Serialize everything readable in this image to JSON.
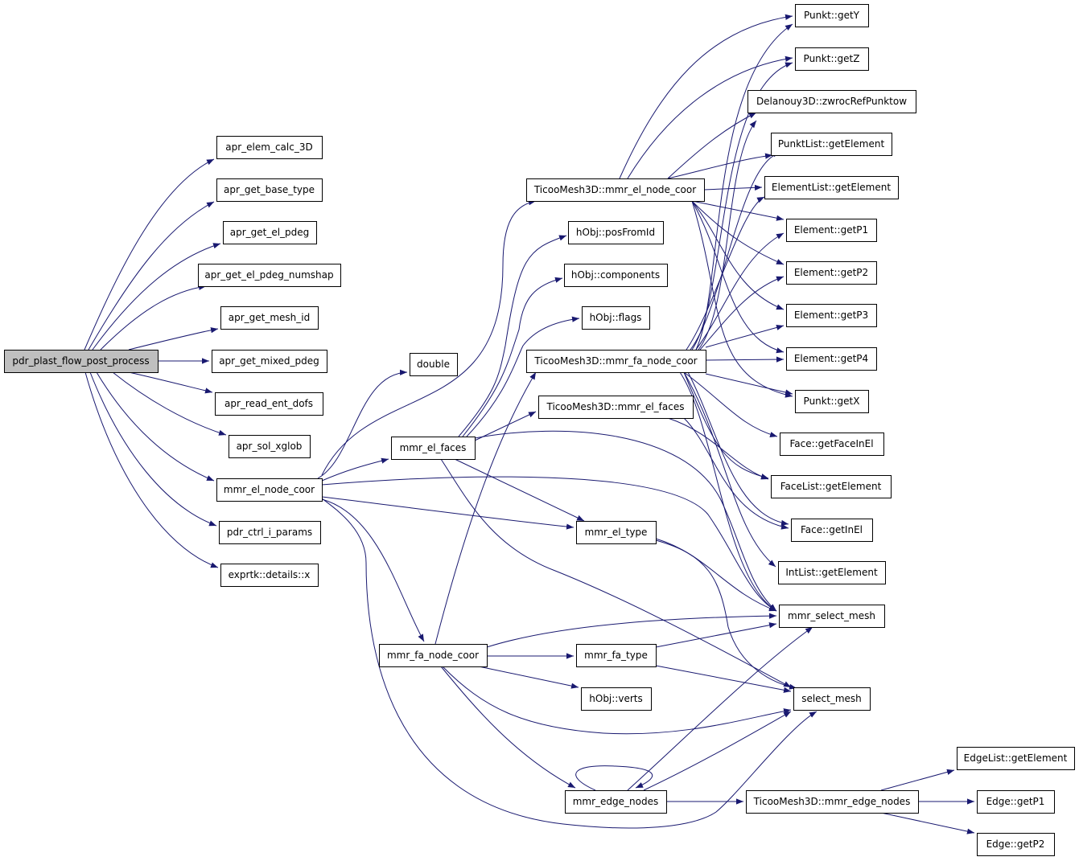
{
  "graph": {
    "type": "call-graph",
    "edge_color": "#191970",
    "root_fill": "#bfbfbf",
    "node_fill": "#ffffff",
    "root": "pdr_plast_flow_post_process",
    "nodes": {
      "root": "pdr_plast_flow_post_process",
      "apr_elem_calc_3D": "apr_elem_calc_3D",
      "apr_get_base_type": "apr_get_base_type",
      "apr_get_el_pdeg": "apr_get_el_pdeg",
      "apr_get_el_pdeg_numshap": "apr_get_el_pdeg_numshap",
      "apr_get_mesh_id": "apr_get_mesh_id",
      "apr_get_mixed_pdeg": "apr_get_mixed_pdeg",
      "apr_read_ent_dofs": "apr_read_ent_dofs",
      "apr_sol_xglob": "apr_sol_xglob",
      "mmr_el_node_coor": "mmr_el_node_coor",
      "pdr_ctrl_i_params": "pdr_ctrl_i_params",
      "exprtk_x": "exprtk::details::x",
      "double": "double",
      "mmr_el_faces": "mmr_el_faces",
      "mmr_fa_node_coor": "mmr_fa_node_coor",
      "tm_el_node_coor": "TicooMesh3D::mmr_el_node_coor",
      "hObj_posFromId": "hObj::posFromId",
      "hObj_components": "hObj::components",
      "hObj_flags": "hObj::flags",
      "tm_fa_node_coor": "TicooMesh3D::mmr_fa_node_coor",
      "tm_el_faces": "TicooMesh3D::mmr_el_faces",
      "mmr_el_type": "mmr_el_type",
      "mmr_fa_type": "mmr_fa_type",
      "hObj_verts": "hObj::verts",
      "mmr_edge_nodes": "mmr_edge_nodes",
      "tm_edge_nodes": "TicooMesh3D::mmr_edge_nodes",
      "Punkt_getY": "Punkt::getY",
      "Punkt_getZ": "Punkt::getZ",
      "Delanouy": "Delanouy3D::zwrocRefPunktow",
      "PunktList_getElement": "PunktList::getElement",
      "ElementList_getElement": "ElementList::getElement",
      "Element_getP1": "Element::getP1",
      "Element_getP2": "Element::getP2",
      "Element_getP3": "Element::getP3",
      "Element_getP4": "Element::getP4",
      "Punkt_getX": "Punkt::getX",
      "Face_getFaceInEl": "Face::getFaceInEl",
      "FaceList_getElement": "FaceList::getElement",
      "Face_getInEl": "Face::getInEl",
      "IntList_getElement": "IntList::getElement",
      "mmr_select_mesh": "mmr_select_mesh",
      "select_mesh": "select_mesh",
      "EdgeList_getElement": "EdgeList::getElement",
      "Edge_getP1": "Edge::getP1",
      "Edge_getP2": "Edge::getP2"
    }
  }
}
